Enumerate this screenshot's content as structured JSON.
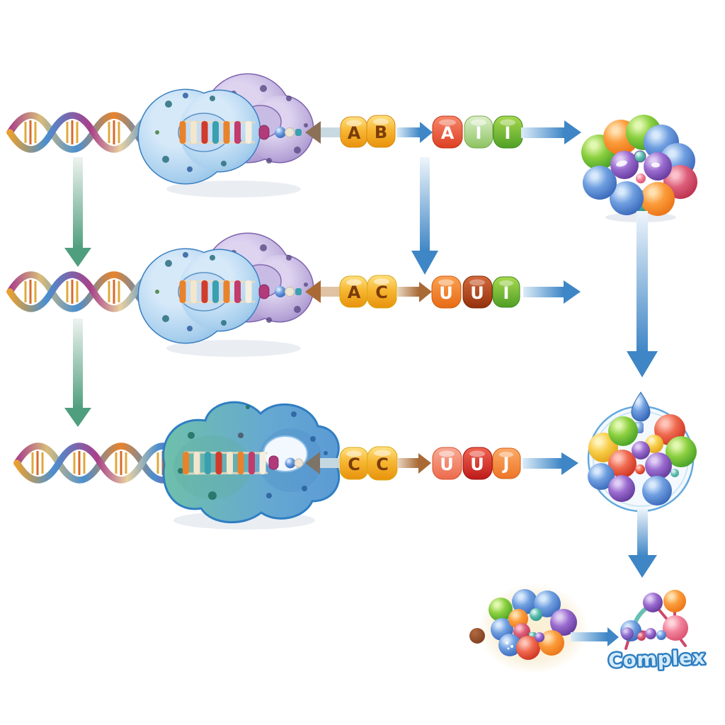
{
  "rows": [
    {
      "name": "row-1",
      "dna_pair": [
        "A",
        "B"
      ],
      "rna_triplet": [
        "A",
        "I",
        "I"
      ],
      "pair_block_colors": [
        "#f0a625",
        "#f0a21a"
      ],
      "triplet_block_colors": [
        "#e2502f",
        "#a9d488",
        "#59aa2d"
      ],
      "left_arrowhead_color": "#8a7158",
      "mid_arrow_color": "#3e86c6",
      "right_arrow_color": "#3e86c6",
      "left_icon": "dna-double-helix",
      "enzyme_icon": "polymerase-torus-blue-purple",
      "right_icon": "protein-sphere-ring"
    },
    {
      "name": "row-2",
      "dna_pair": [
        "A",
        "C"
      ],
      "rna_triplet": [
        "U",
        "U",
        "I"
      ],
      "pair_block_colors": [
        "#f5c31c",
        "#f5c31c"
      ],
      "triplet_block_colors": [
        "#ed7a28",
        "#a8431c",
        "#66b02f"
      ],
      "left_arrowhead_color": "#a96a35",
      "mid_arrow_color": "#a96a35",
      "right_arrow_color": "#3e86c6",
      "left_icon": "dna-double-helix",
      "enzyme_icon": "polymerase-torus-blue-purple"
    },
    {
      "name": "row-3",
      "dna_pair": [
        "C",
        "C"
      ],
      "rna_triplet": [
        "U",
        "U",
        "J"
      ],
      "pair_block_colors": [
        "#f5c31c",
        "#f5c31c"
      ],
      "triplet_block_colors": [
        "#f0846a",
        "#d2271f",
        "#ef7f37"
      ],
      "left_arrowhead_color": "#7d7468",
      "mid_arrow_color": "#a96a35",
      "right_arrow_color": "#3e86c6",
      "left_icon": "dna-double-helix",
      "enzyme_icon": "polymerase-cloud-teal-blue",
      "right_icon": "vesicle-sphere-cluster"
    }
  ],
  "column_arrows": {
    "left_down_arrows_color": "#4f9e7d",
    "middle_down_arrow_color": "#3e86c6",
    "right_down_arrows_color": "#3e86c6"
  },
  "bottom": {
    "complex_label": "Complex",
    "dot_color": "#8b4a26",
    "cluster_icon": "assembled-protein-cluster",
    "complex_icon": "molecular-complex",
    "arrow_color": "#3e86c6"
  },
  "palette": {
    "dna_strand_blue": "#4a8fd0",
    "dna_strand_magenta": "#a8408a",
    "dna_rung_gold": "#e0a83c",
    "enzyme_blue": "#a9d0ee",
    "enzyme_purple": "#b7a6d8",
    "enzyme_teal": "#6fc0ab",
    "sphere_colors": [
      "#3d9a24",
      "#e86f12",
      "#3260b4",
      "#5c3394",
      "#c92a18",
      "#b72b48",
      "#e09c10",
      "#258c82",
      "#d54a6a"
    ]
  }
}
